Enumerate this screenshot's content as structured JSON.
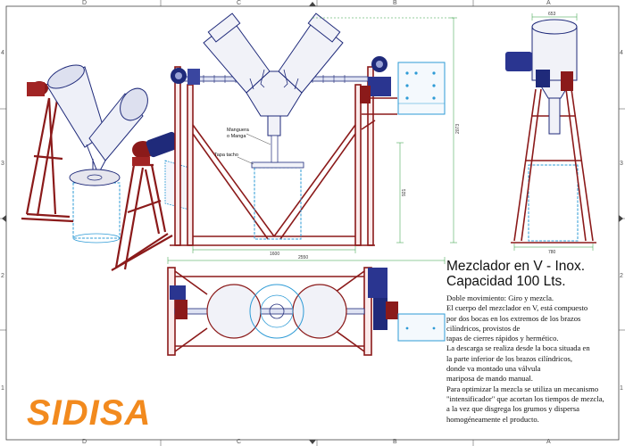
{
  "sheet": {
    "column_labels": [
      "D",
      "C",
      "B",
      "A"
    ],
    "row_labels": [
      "4",
      "3",
      "2",
      "1"
    ]
  },
  "title": {
    "line1": "Mezclador en V - Inox.",
    "line2": "Capacidad 100 Lts."
  },
  "description": [
    "Doble movimiento: Giro y mezcla.",
    "El cuerpo del mezclador en V, está compuesto",
    "por dos bocas en los extremos de los brazos",
    "cilíndricos, provistos de",
    "tapas de cierres rápidos y hermético.",
    "La descarga se realiza desde la boca situada en",
    "la parte inferior de los brazos cilíndricos,",
    "donde va montado una válvula",
    "mariposa de mando manual.",
    "Para optimizar la mezcla se utiliza un mecanismo",
    "\"intensificador\" que acortan los tiempos de mezcla,",
    "a la vez que disgrega los grumos y dispersa",
    "homogéneamente el producto."
  ],
  "annotations": {
    "hose_line1": "Manguera",
    "hose_line2": "o Manga",
    "lid": "Tapa tacho"
  },
  "dimensions": {
    "front_width": "1600",
    "top_width": "2550",
    "height_total": "2073",
    "height_partial": "921",
    "side_top": "653",
    "side_base": "780"
  },
  "brand": {
    "logo_text": "SIDISA",
    "color": "#f28a1e"
  },
  "colors": {
    "frame": "#8b1a1a",
    "vessel": "#1f2a7a",
    "container": "#2e9bd6",
    "dimension": "#2a9a3a"
  }
}
